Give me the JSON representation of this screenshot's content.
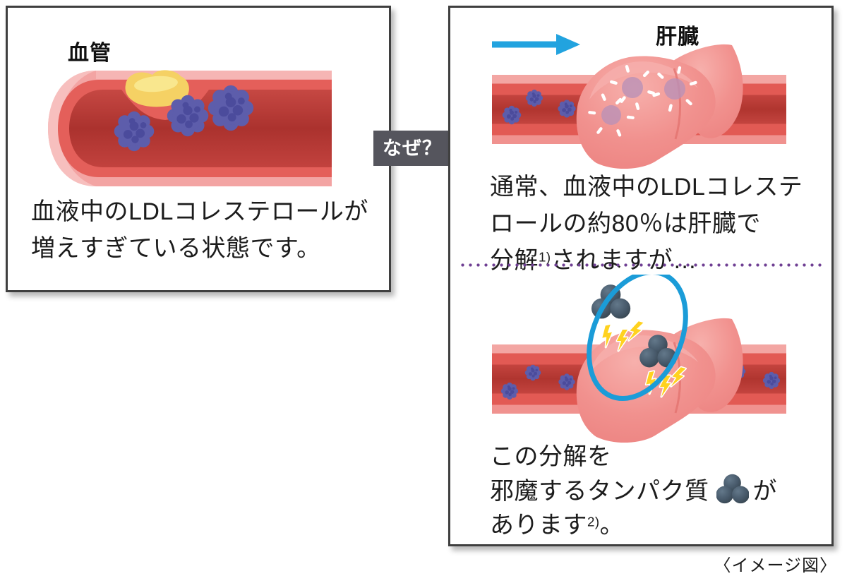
{
  "page": {
    "footer_note": "〈イメージ図〉"
  },
  "left_panel": {
    "vessel_label": "血管",
    "caption_lines": [
      "血液中のLDLコレステロールが",
      "増えすぎている状態です。"
    ]
  },
  "connector": {
    "label": "なぜ？"
  },
  "right_panel": {
    "liver_label": "肝臓",
    "top_caption": {
      "line1": "通常、血液中のLDLコレステ",
      "line2": "ロールの約80％は肝臓で",
      "line3_pre": "分解",
      "line3_sup": "1)",
      "line3_post": "されますが…"
    },
    "bottom_caption": {
      "line1": "この分解を",
      "line2_pre": "邪魔するタンパク質",
      "line2_post": "が",
      "line3_pre": "あります",
      "line3_sup": "2)",
      "line3_post": "。"
    }
  },
  "icons": {
    "ldl_particle": "ldl-cholesterol-particle",
    "plaque": "cholesterol-plaque",
    "liver": "liver",
    "protein": "blocking-protein-cluster",
    "lightning": "interference-lightning",
    "flow_arrow": "blood-flow-arrow",
    "why_arrow": "why-connector-arrow"
  },
  "colors": {
    "vessel_outer_pink": "#f3a4a3",
    "vessel_wall_red": "#e45f5a",
    "vessel_lumen_dark": "#b63733",
    "plaque_yellow": "#f5d164",
    "ldl_purple": "#5d5dab",
    "liver_pink": "#f1918e",
    "protein_slate": "#47596a",
    "lightning_yellow": "#ffd21f",
    "accent_blue": "#1b9cd8",
    "divider_purple": "#6f3f93",
    "why_arrow_gray": "#55555d",
    "border_gray": "#3f3f3f"
  }
}
